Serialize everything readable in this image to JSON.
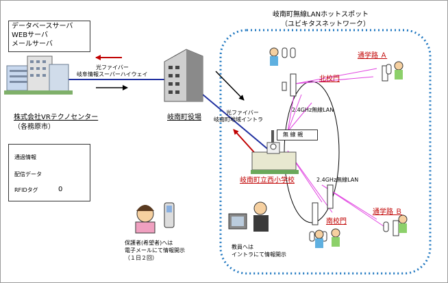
{
  "servers_box": {
    "lines": [
      "データベースサーバ",
      "WEBサーバ",
      "メールサーバ"
    ]
  },
  "datacenter": {
    "name": "株式会社VRテクノセンター",
    "city": "（各務原市）"
  },
  "link_top": {
    "line1": "光ファイバー",
    "line2": "岐阜情報スーパーハイウェイ"
  },
  "town_hall": {
    "name": "岐南町役場"
  },
  "hotspot": {
    "title": "岐南町無線LANホットスポット",
    "subtitle": "（ユビキタスネットワーク）"
  },
  "link_mid": {
    "line1": "光ファイバー",
    "line2": "岐南町地域イントラ"
  },
  "base_station": {
    "label": "無 線 親"
  },
  "wlan_labels": [
    "2.4GHz無線LAN",
    "2.4GHz無線LAN"
  ],
  "school": {
    "name": "岐南町立西小学校"
  },
  "gates": {
    "north": "北校門",
    "south": "南校門"
  },
  "routes": {
    "a": "通学路 Ａ",
    "b": "通学路 Ｂ"
  },
  "legend": {
    "items": [
      {
        "label": "通過情報",
        "color": "#c00000"
      },
      {
        "label": "配信データ",
        "color": "#000000"
      },
      {
        "label": "RFIDタグ",
        "symbol": "0"
      }
    ]
  },
  "guardian_note": {
    "lines": [
      "保護者(希望者)へは",
      "電子メールにて情報開示",
      "（１日２回）"
    ]
  },
  "staff_note": {
    "lines": [
      "教員へは",
      "イントラにて情報開示"
    ]
  }
}
